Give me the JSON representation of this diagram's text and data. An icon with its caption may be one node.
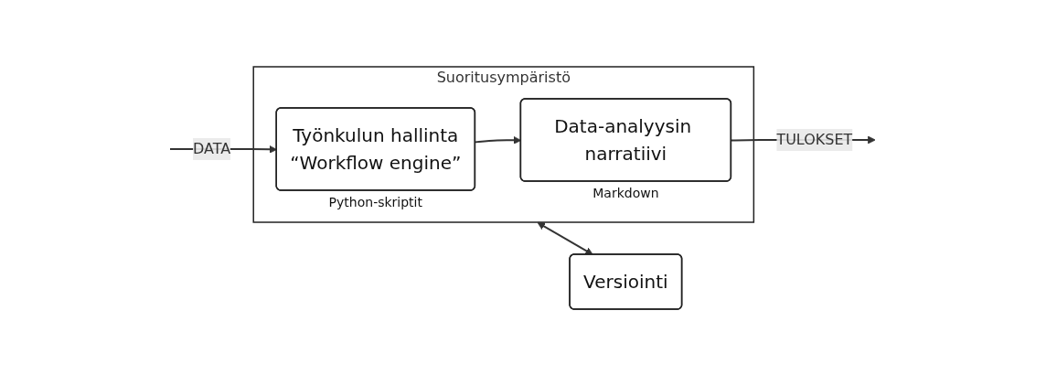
{
  "diagram": {
    "nodes": [
      {
        "text": [
          "Suoritusympäristö"
        ]
      },
      {
        "text": [
          "Työnkulun hallinta",
          "“Workflow engine”"
        ],
        "in": 0,
        "beside": [
          "Python-skriptit"
        ]
      },
      {
        "text": [
          "Data-analyysin narratiivi"
        ],
        "in": 0,
        "beside": [
          "Markdown"
        ]
      },
      {
        "text": [
          "Versiointi"
        ]
      }
    ],
    "edges": [
      {
        "from": null,
        "to": 1,
        "arrow": "to",
        "label": "DATA"
      },
      {
        "from": 1,
        "to": 2,
        "arrow": "to"
      },
      {
        "from": 2,
        "to": null,
        "arrow": "to",
        "label": "TULOKSET"
      },
      {
        "from": 0,
        "to": 3,
        "arrow": "both"
      }
    ]
  }
}
